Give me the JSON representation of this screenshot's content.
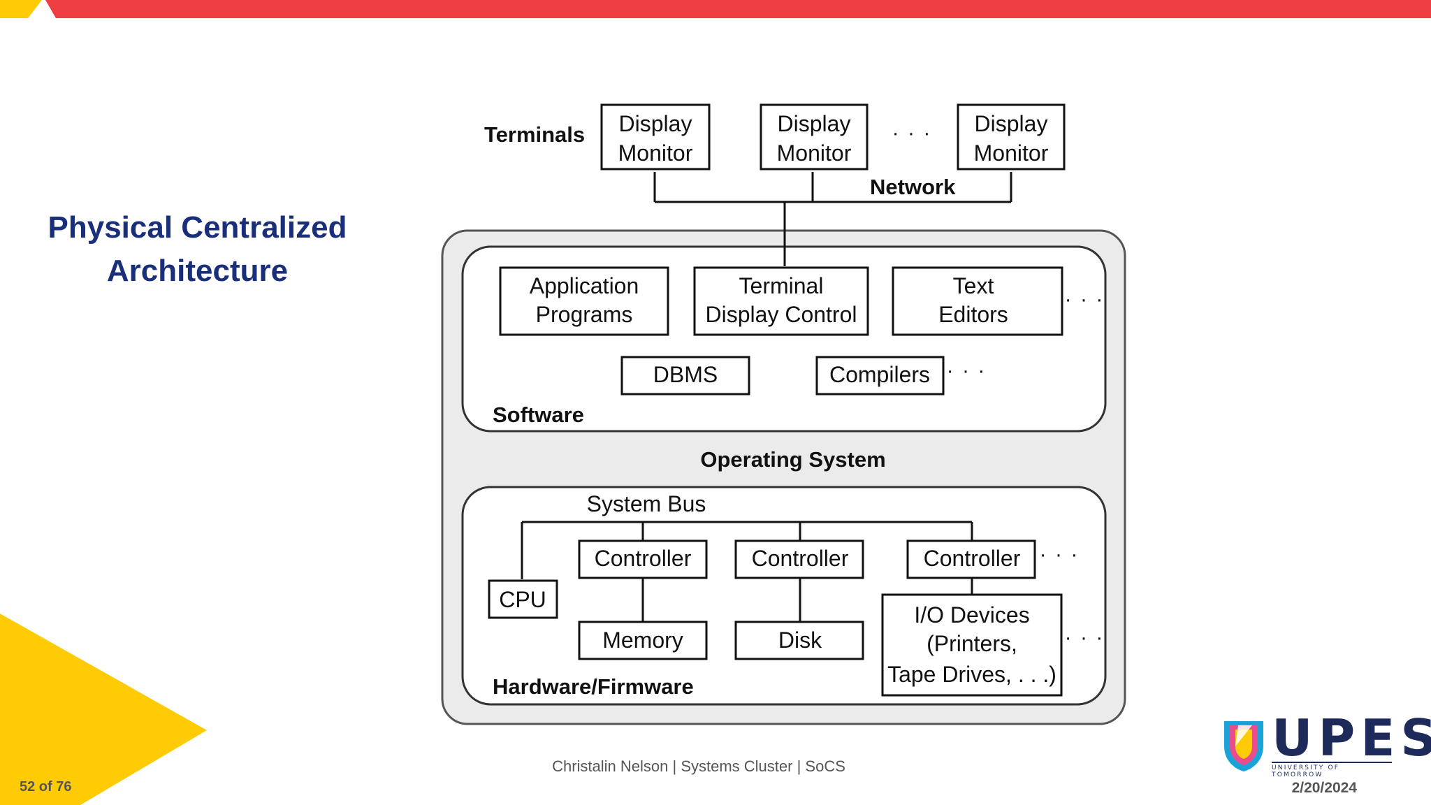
{
  "slide": {
    "title_line1": "Physical Centralized",
    "title_line2": "Architecture"
  },
  "diagram": {
    "terminals_label": "Terminals",
    "display_monitor": [
      "Display",
      "Monitor"
    ],
    "ellipsis": "· · ·",
    "network_label": "Network",
    "software_boxes": {
      "application_programs": [
        "Application",
        "Programs"
      ],
      "terminal_display_control": [
        "Terminal",
        "Display Control"
      ],
      "text_editors": [
        "Text",
        "Editors"
      ],
      "dbms": "DBMS",
      "compilers": "Compilers"
    },
    "software_label": "Software",
    "os_label": "Operating System",
    "system_bus_label": "System Bus",
    "hardware_boxes": {
      "controller": "Controller",
      "cpu": "CPU",
      "memory": "Memory",
      "disk": "Disk",
      "io_devices": [
        "I/O Devices",
        "(Printers,",
        "Tape Drives, . . .)"
      ]
    },
    "hardware_label": "Hardware/Firmware"
  },
  "footer": {
    "center": "Christalin Nelson | Systems Cluster | SoCS",
    "page_number": "52 of 76",
    "date": "2/20/2024"
  },
  "logo": {
    "wordmark": "UPES",
    "tagline": "UNIVERSITY OF TOMORROW"
  },
  "colors": {
    "top_bar": "#ef3e42",
    "accent_yellow": "#ffcb05",
    "title_blue": "#1a2f7a",
    "os_panel": "#ebebeb"
  }
}
